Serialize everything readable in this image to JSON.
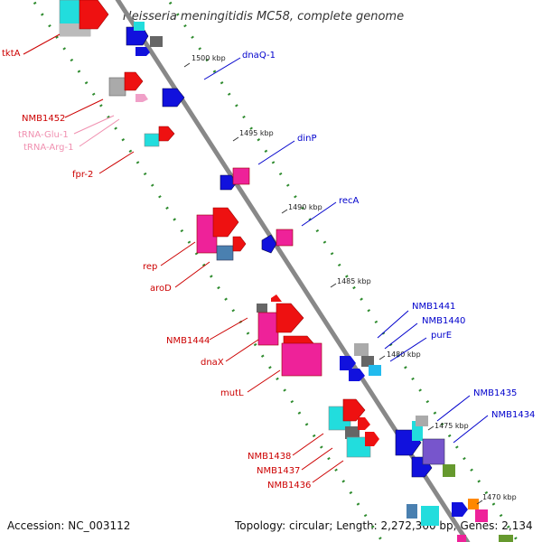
{
  "title": "Neisseria meningitidis MC58, complete genome",
  "footer": {
    "accession": "Accession: NC_003112",
    "summary": "Topology: circular; Length: 2,272,360 bp; Genes: 2,134"
  },
  "colors": {
    "backbone": "#888888",
    "tick_dots": "#2e8b2e",
    "label_red": "#cc0000",
    "label_blue": "#0000cc",
    "label_pink": "#f090b0",
    "gene_red": "#ee1111",
    "gene_blue": "#1111dd",
    "gene_cyan": "#22dddd",
    "gene_magenta": "#ee2299",
    "gene_gray": "#aaaaaa",
    "gene_darkgray": "#666666",
    "gene_steel": "#4a80b0",
    "gene_olive": "#66992e",
    "gene_orange": "#ff8800",
    "gene_purple": "#7755cc",
    "gene_pink_small": "#f0a0c8"
  },
  "scale_ticks": [
    "1500 kbp",
    "1495 kbp",
    "1490 kbp",
    "1485 kbp",
    "1480 kbp",
    "1475 kbp",
    "1470 kbp"
  ],
  "gene_labels": {
    "left": [
      {
        "id": "tktA",
        "text": "tktA",
        "kind": "red"
      },
      {
        "id": "NMB1452",
        "text": "NMB1452",
        "kind": "red"
      },
      {
        "id": "tRNA-Glu-1",
        "text": "tRNA-Glu-1",
        "kind": "pink"
      },
      {
        "id": "tRNA-Arg-1",
        "text": "tRNA-Arg-1",
        "kind": "pink"
      },
      {
        "id": "fpr-2",
        "text": "fpr-2",
        "kind": "red"
      },
      {
        "id": "rep",
        "text": "rep",
        "kind": "red"
      },
      {
        "id": "aroD",
        "text": "aroD",
        "kind": "red"
      },
      {
        "id": "NMB1444",
        "text": "NMB1444",
        "kind": "red"
      },
      {
        "id": "dnaX",
        "text": "dnaX",
        "kind": "red"
      },
      {
        "id": "mutL",
        "text": "mutL",
        "kind": "red"
      },
      {
        "id": "NMB1438",
        "text": "NMB1438",
        "kind": "red"
      },
      {
        "id": "NMB1437",
        "text": "NMB1437",
        "kind": "red"
      },
      {
        "id": "NMB1436",
        "text": "NMB1436",
        "kind": "red"
      }
    ],
    "right": [
      {
        "id": "dnaQ-1",
        "text": "dnaQ-1",
        "kind": "blue"
      },
      {
        "id": "dinP",
        "text": "dinP",
        "kind": "blue"
      },
      {
        "id": "recA",
        "text": "recA",
        "kind": "blue"
      },
      {
        "id": "NMB1441",
        "text": "NMB1441",
        "kind": "blue"
      },
      {
        "id": "NMB1440",
        "text": "NMB1440",
        "kind": "blue"
      },
      {
        "id": "purE",
        "text": "purE",
        "kind": "blue"
      },
      {
        "id": "NMB1435",
        "text": "NMB1435",
        "kind": "blue"
      },
      {
        "id": "NMB1434",
        "text": "NMB1434",
        "kind": "blue"
      }
    ]
  }
}
